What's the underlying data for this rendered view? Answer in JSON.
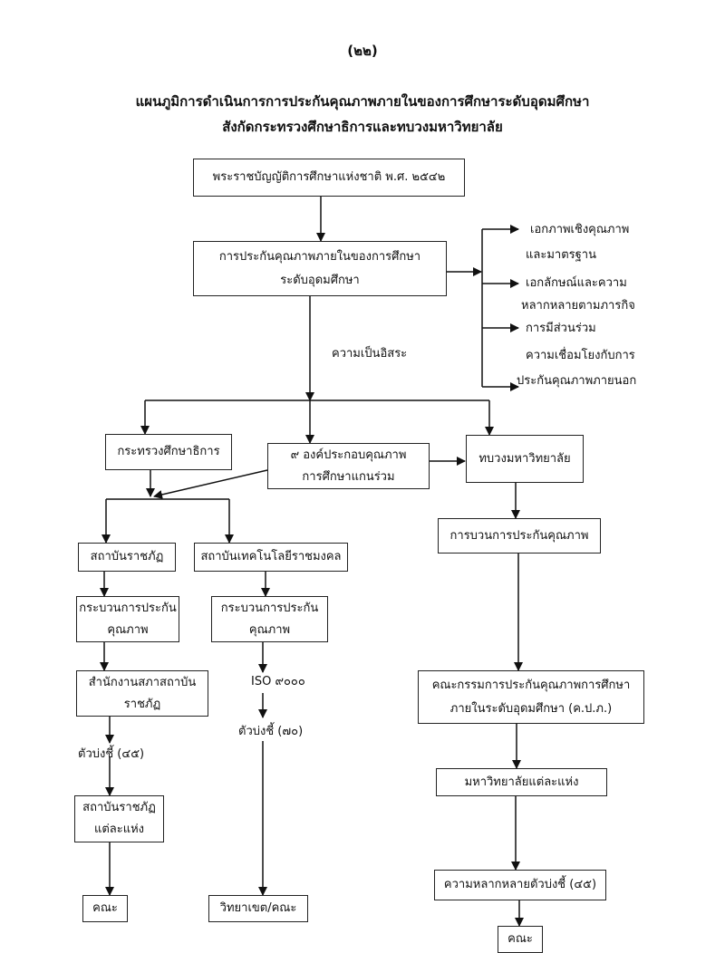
{
  "page_number": "(๒๒)",
  "title": {
    "line1": "แผนภูมิการดำเนินการการประกันคุณภาพภายในของการศึกษาระดับอุดมศึกษา",
    "line2": "สังกัดกระทรวงศึกษาธิการและทบวงมหาวิทยาลัย"
  },
  "nodes": {
    "act": "พระราชบัญญัติการศึกษาแห่งชาติ พ.ศ. ๒๕๔๒",
    "internal_qa": [
      "การประกันคุณภาพภายในของการศึกษา",
      "ระดับอุดมศึกษา"
    ],
    "principles": [
      [
        "เอกภาพเชิงคุณภาพ",
        "และมาตรฐาน"
      ],
      [
        "เอกลักษณ์และความ",
        "หลากหลายตามภารกิจ"
      ],
      [
        "การมีส่วนร่วม"
      ],
      [
        "ความเชื่อมโยงกับการ",
        "ประกันคุณภาพภายนอก"
      ]
    ],
    "autonomy_label": "ความเป็นอิสระ",
    "ministry": "กระทรวงศึกษาธิการ",
    "nine_components": [
      "๙ องค์ประกอบคุณภาพ",
      "การศึกษาแกนร่วม"
    ],
    "university_bureau": "ทบวงมหาวิทยาลัย",
    "rajabhat": "สถาบันราชภัฏ",
    "rajamangala": "สถาบันเทคโนโลยีราชมงคล",
    "qa_process_left": [
      "กระบวนการประกัน",
      "คุณภาพ"
    ],
    "qa_process_mid": [
      "กระบวนการประกัน",
      "คุณภาพ"
    ],
    "qa_process_right": "การบวนการประกันคุณภาพ",
    "rajabhat_council_office": [
      "สำนักงานสภาสถาบัน",
      "ราชภัฏ"
    ],
    "iso": "ISO ๙๐๐๐",
    "indicators_left": "ตัวบ่งชี้ (๔๕)",
    "indicators_mid": "ตัวบ่งชี้ (๗๐)",
    "committee": [
      "คณะกรรมการประกันคุณภาพการศึกษา",
      "ภายในระดับอุดมศึกษา (ค.ป.ภ.)"
    ],
    "each_rajabhat": [
      "สถาบันราชภัฏ",
      "แต่ละแห่ง"
    ],
    "each_university": "มหาวิทยาลัยแต่ละแห่ง",
    "indicator_diversity": "ความหลากหลายตัวบ่งชี้ (๔๕)",
    "faculty_left": "คณะ",
    "campus_faculty": "วิทยาเขต/คณะ",
    "faculty_right": "คณะ"
  }
}
